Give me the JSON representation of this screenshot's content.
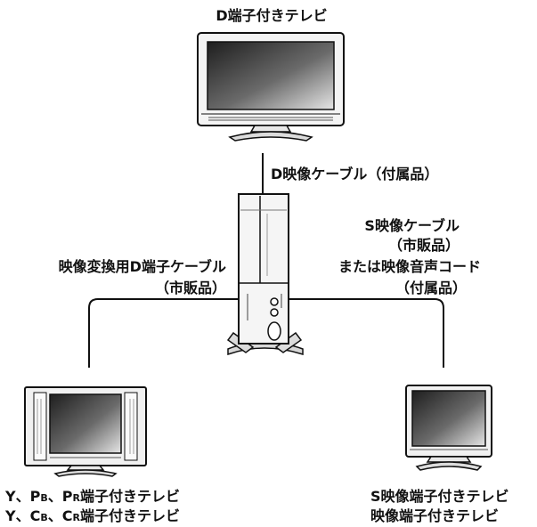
{
  "labels": {
    "top_tv": "D端子付きテレビ",
    "d_cable": "D映像ケーブル（付属品）",
    "s_cable_1": "S映像ケーブル",
    "s_cable_2": "（市販品）",
    "s_cable_3": "または映像音声コード",
    "s_cable_4": "（付属品）",
    "left_cable_1": "映像変換用D端子ケーブル",
    "left_cable_2": "（市販品）",
    "left_tv_1_parts": [
      "Y、P",
      "B",
      "、P",
      "R",
      "端子付きテレビ"
    ],
    "left_tv_2_parts": [
      "Y、C",
      "B",
      "、C",
      "R",
      "端子付きテレビ"
    ],
    "right_tv_1": "S映像端子付きテレビ",
    "right_tv_2": "映像端子付きテレビ"
  },
  "colors": {
    "line": "#111111",
    "screen_dark": "#2a2a2a",
    "screen_light": "#cfcfcf",
    "body_fill": "#f2f2f2"
  }
}
